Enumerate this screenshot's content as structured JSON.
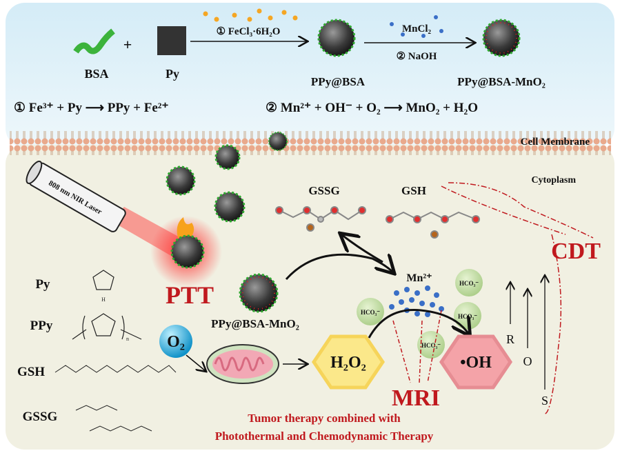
{
  "synthesis": {
    "bsa": "BSA",
    "py": "Py",
    "plus": "+",
    "step1_reagent": "① FeCl₃·6H₂O",
    "ppy_bsa": "PPy@BSA",
    "step2_reagent_top": "MnCl₂",
    "step2_reagent_bottom": "② NaOH",
    "ppy_bsa_mno2": "PPy@BSA-MnO₂"
  },
  "equations": {
    "eq1": "① Fe³⁺ + Py ⟶ PPy + Fe²⁺",
    "eq2": "② Mn²⁺ + OH⁻ + O₂ ⟶ MnO₂ + H₂O"
  },
  "cell": {
    "membrane": "Cell Membrane",
    "cytoplasm": "Cytoplasm",
    "laser": "808 nm NIR Laser",
    "gssg": "GSSG",
    "gsh": "GSH",
    "cdt": "CDT",
    "ptt": "PTT",
    "mn": "Mn²⁺",
    "hco3": "HCO₃⁻",
    "nanoparticle": "PPy@BSA-MnO₂",
    "o2": "O₂",
    "h2o2": "H₂O₂",
    "oh": "•OH",
    "ros": [
      "R",
      "O",
      "S"
    ],
    "mri": "MRI"
  },
  "legend": {
    "py": "Py",
    "ppy": "PPy",
    "gsh": "GSH",
    "gssg": "GSSG",
    "ppy_n": "n"
  },
  "caption": {
    "line1": "Tumor therapy combined with",
    "line2": "Photothermal and Chemodynamic Therapy"
  }
}
